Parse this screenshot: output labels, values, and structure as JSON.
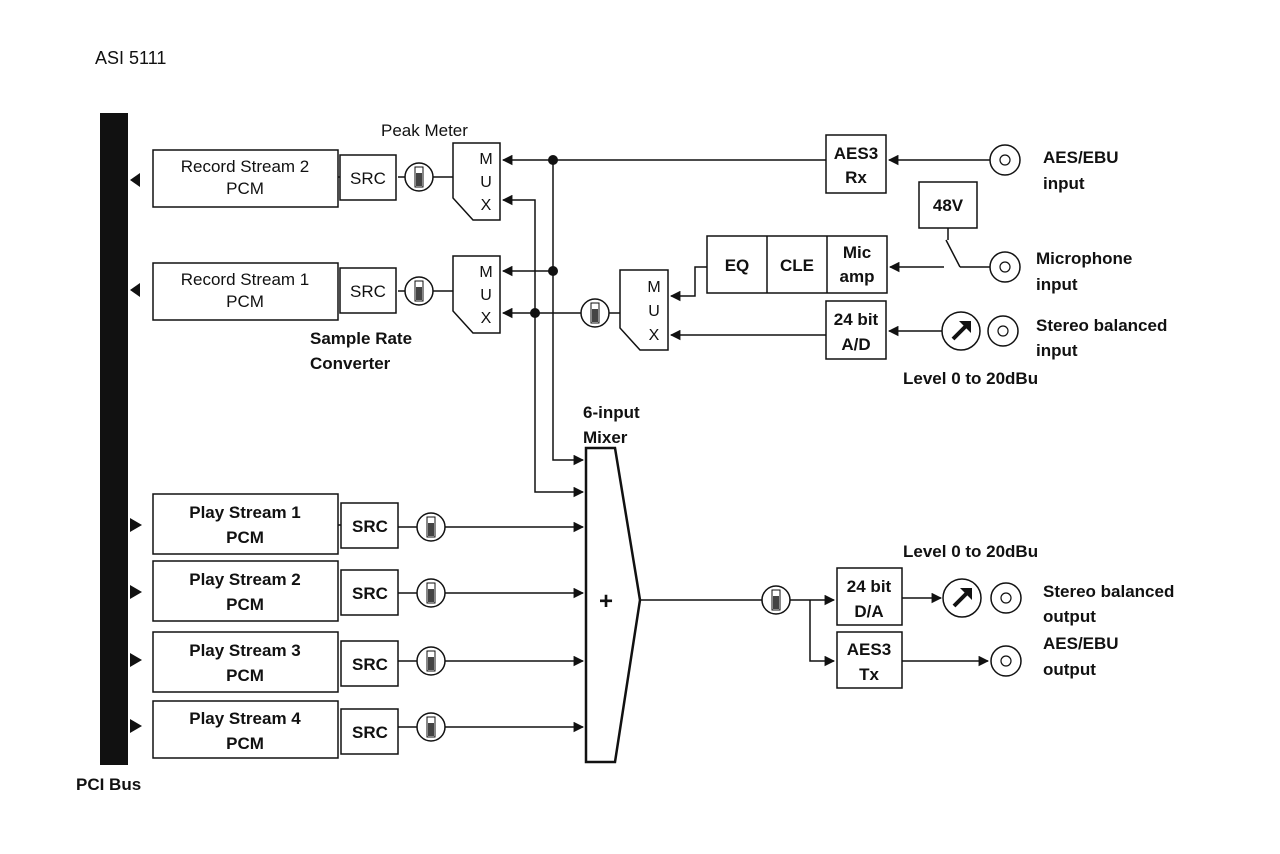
{
  "title": "ASI 5111",
  "bus": {
    "label": "PCI Bus"
  },
  "record_streams": [
    {
      "line1": "Record Stream 2",
      "line2": "PCM"
    },
    {
      "line1": "Record Stream 1",
      "line2": "PCM"
    }
  ],
  "play_streams": [
    {
      "line1": "Play Stream 1",
      "line2": "PCM"
    },
    {
      "line1": "Play Stream 2",
      "line2": "PCM"
    },
    {
      "line1": "Play Stream 3",
      "line2": "PCM"
    },
    {
      "line1": "Play Stream 4",
      "line2": "PCM"
    }
  ],
  "src_label": "SRC",
  "mux_letters": [
    "M",
    "U",
    "X"
  ],
  "mixer_symbol": "+",
  "annotations": {
    "peak_meter": "Peak Meter",
    "sample_rate_line1": "Sample Rate",
    "sample_rate_line2": "Converter",
    "mixer_line1": "6-input",
    "mixer_line2": "Mixer",
    "level_in": "Level 0 to 20dBu",
    "level_out": "Level 0 to 20dBu"
  },
  "blocks": {
    "aes3_rx": [
      "AES3",
      "Rx"
    ],
    "phantom": "48V",
    "eq": "EQ",
    "cle": "CLE",
    "mic_amp": [
      "Mic",
      "amp"
    ],
    "adc": [
      "24 bit",
      "A/D"
    ],
    "dac": [
      "24 bit",
      "D/A"
    ],
    "aes3_tx": [
      "AES3",
      "Tx"
    ]
  },
  "connectors": {
    "aes_in": [
      "AES/EBU",
      "input"
    ],
    "mic_in": [
      "Microphone",
      "input"
    ],
    "stereo_in": [
      "Stereo balanced",
      "input"
    ],
    "stereo_out": [
      "Stereo balanced",
      "output"
    ],
    "aes_out": [
      "AES/EBU",
      "output"
    ]
  }
}
